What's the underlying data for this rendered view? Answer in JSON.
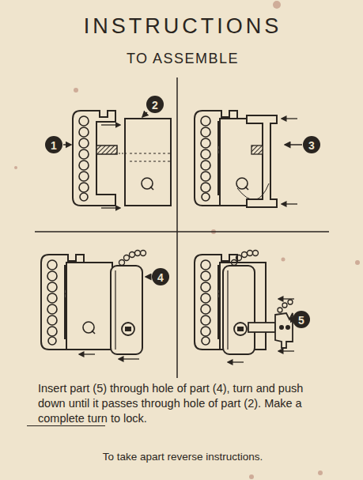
{
  "diagram": {
    "title": "INSTRUCTIONS",
    "caption": "To take apart reverse instructions.",
    "labels": [
      "1",
      "2",
      "3",
      "4",
      "5",
      "TO ASSEMBLE",
      "Insert part (5) through hole of part (4), turn and push down until it passes through hole of part (2). Make a complete turn to lock."
    ]
  }
}
